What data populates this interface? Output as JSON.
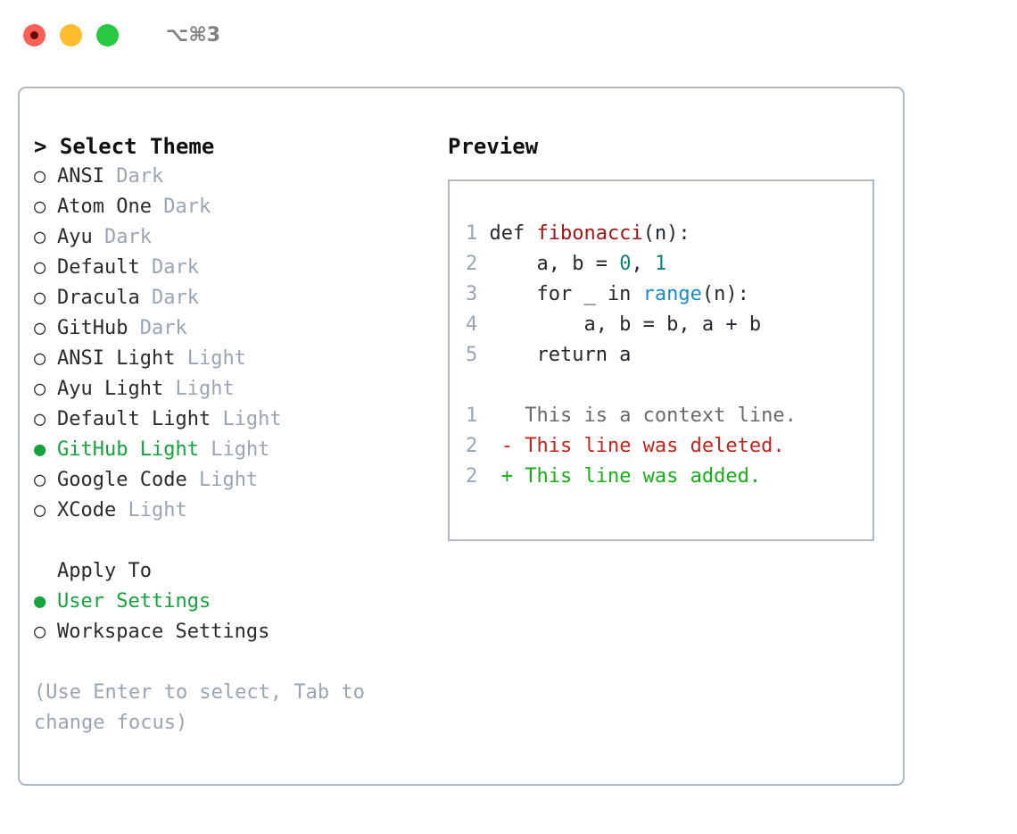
{
  "titlebar": {
    "shortcut": "⌥⌘3",
    "buttons": {
      "close": "close-button",
      "minimize": "minimize-button",
      "maximize": "maximize-button"
    }
  },
  "colors": {
    "accent_green": "#14a33c",
    "muted": "#9aa5b1",
    "border": "#b0b8c4",
    "text": "#2b2b2b",
    "diff_add": "#15b015",
    "diff_del": "#c4241c",
    "diff_ctx": "#6a6a6a",
    "token_function": "#a31515",
    "token_number": "#0f8080",
    "token_call": "#1a8cc8",
    "light_red": "#ff5f57",
    "light_yellow": "#ffbd2e",
    "light_green": "#28c840",
    "record_dot": "#600a0a"
  },
  "theme_list": {
    "heading": "> Select Theme",
    "items": [
      {
        "marker": "○",
        "name": "ANSI",
        "type": "Dark",
        "selected": false
      },
      {
        "marker": "○",
        "name": "Atom One",
        "type": "Dark",
        "selected": false
      },
      {
        "marker": "○",
        "name": "Ayu",
        "type": "Dark",
        "selected": false
      },
      {
        "marker": "○",
        "name": "Default",
        "type": "Dark",
        "selected": false
      },
      {
        "marker": "○",
        "name": "Dracula",
        "type": "Dark",
        "selected": false
      },
      {
        "marker": "○",
        "name": "GitHub",
        "type": "Dark",
        "selected": false
      },
      {
        "marker": "○",
        "name": "ANSI Light",
        "type": "Light",
        "selected": false
      },
      {
        "marker": "○",
        "name": "Ayu Light",
        "type": "Light",
        "selected": false
      },
      {
        "marker": "○",
        "name": "Default Light",
        "type": "Light",
        "selected": false
      },
      {
        "marker": "●",
        "name": "GitHub Light",
        "type": "Light",
        "selected": true
      },
      {
        "marker": "○",
        "name": "Google Code",
        "type": "Light",
        "selected": false
      },
      {
        "marker": "○",
        "name": "XCode",
        "type": "Light",
        "selected": false
      }
    ]
  },
  "apply_to": {
    "heading": "Apply To",
    "items": [
      {
        "marker": "●",
        "label": "User Settings",
        "selected": true
      },
      {
        "marker": "○",
        "label": "Workspace Settings",
        "selected": false
      }
    ]
  },
  "hint": "(Use Enter to select, Tab to change focus)",
  "preview": {
    "heading": "Preview",
    "code_lines": [
      {
        "lineno": "1",
        "segments": [
          {
            "text": "def ",
            "token": "plain"
          },
          {
            "text": "fibonacci",
            "token": "function"
          },
          {
            "text": "(n):",
            "token": "plain"
          }
        ]
      },
      {
        "lineno": "2",
        "segments": [
          {
            "text": "    a, b = ",
            "token": "plain"
          },
          {
            "text": "0",
            "token": "number"
          },
          {
            "text": ", ",
            "token": "plain"
          },
          {
            "text": "1",
            "token": "number"
          }
        ]
      },
      {
        "lineno": "3",
        "segments": [
          {
            "text": "    for _ in ",
            "token": "plain"
          },
          {
            "text": "range",
            "token": "call"
          },
          {
            "text": "(n):",
            "token": "plain"
          }
        ]
      },
      {
        "lineno": "4",
        "segments": [
          {
            "text": "        a, b = b, a + b",
            "token": "plain"
          }
        ]
      },
      {
        "lineno": "5",
        "segments": [
          {
            "text": "    return a",
            "token": "plain"
          }
        ]
      }
    ],
    "diff_lines": [
      {
        "lineno": "1",
        "marker": " ",
        "text": "This is a context line.",
        "kind": "context"
      },
      {
        "lineno": "2",
        "marker": "-",
        "text": "This line was deleted.",
        "kind": "deleted"
      },
      {
        "lineno": "2",
        "marker": "+",
        "text": "This line was added.",
        "kind": "added"
      }
    ]
  }
}
